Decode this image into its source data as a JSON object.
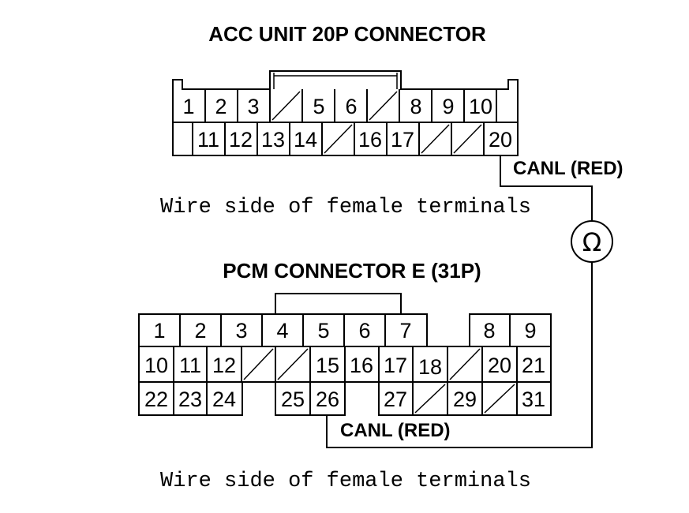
{
  "acc": {
    "title": "ACC UNIT 20P CONNECTOR",
    "wire_label": "CANL (RED)",
    "note": "Wire side of female terminals",
    "row1": [
      "1",
      "2",
      "3",
      "",
      "5",
      "6",
      "",
      "8",
      "9",
      "10"
    ],
    "row2": [
      "11",
      "12",
      "13",
      "14",
      "",
      "16",
      "17",
      "",
      "",
      "20"
    ]
  },
  "pcm": {
    "title": "PCM CONNECTOR E (31P)",
    "wire_label": "CANL (RED)",
    "note": "Wire side of female terminals",
    "row1": [
      "1",
      "2",
      "3",
      "4",
      "5",
      "6",
      "7",
      "8",
      "9"
    ],
    "row2": [
      "10",
      "11",
      "12",
      "",
      "",
      "15",
      "16",
      "17",
      "18",
      "",
      "20",
      "21"
    ],
    "row3": [
      "22",
      "23",
      "24",
      "25",
      "26",
      "27",
      "",
      "29",
      "",
      "31"
    ]
  },
  "meter": {
    "symbol": "Ω",
    "icon": "ohmmeter-icon"
  },
  "colors": {
    "ink": "#000000",
    "background": "#ffffff"
  }
}
